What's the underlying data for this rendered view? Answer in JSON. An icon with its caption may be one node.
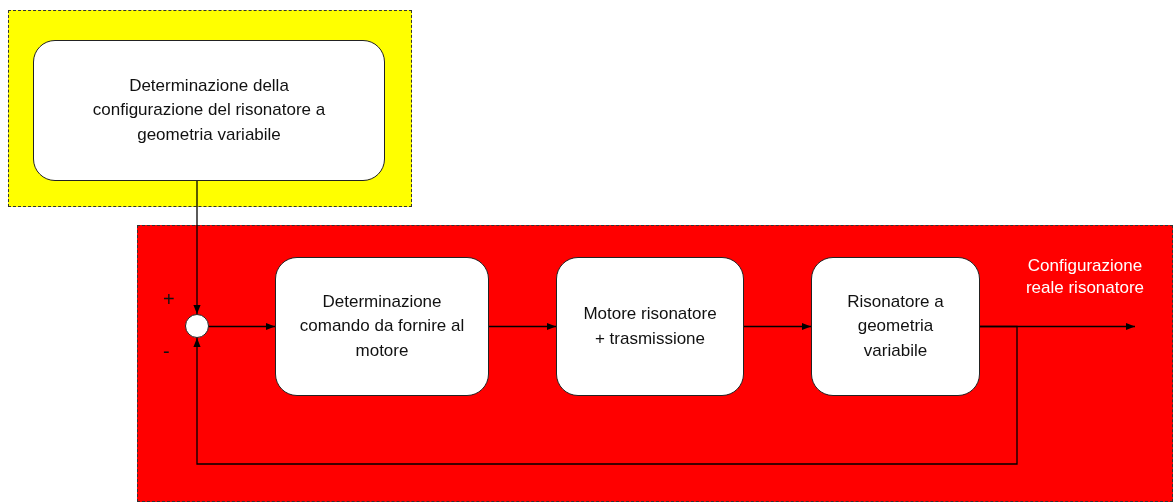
{
  "diagram": {
    "nodes": [
      {
        "text": [],
        "shape": "box"
      },
      {
        "text": [
          "Determinazione della configurazione del risonatore a geometria variabile"
        ],
        "in": 0
      },
      {
        "text": [],
        "shape": "box"
      },
      {
        "text": [],
        "shape": "circle",
        "in": 2,
        "beside": [
          "+",
          "-"
        ]
      },
      {
        "text": [
          "Determinazione comando da fornire al motore"
        ],
        "in": 2
      },
      {
        "text": [
          "Motore risonatore + trasmissione"
        ],
        "in": 2
      },
      {
        "text": [
          "Risonatore a geometria variabile"
        ],
        "in": 2
      }
    ],
    "edges": [
      {
        "from": 1,
        "to": 3,
        "arrow": "to"
      },
      {
        "from": 3,
        "to": 4,
        "arrow": "to"
      },
      {
        "from": 4,
        "to": 5,
        "arrow": "to"
      },
      {
        "from": 5,
        "to": 6,
        "arrow": "to"
      },
      {
        "from": 6,
        "to": null,
        "arrow": "to",
        "label": "Configurazione reale risonatore"
      },
      {
        "from": 6,
        "to": 3,
        "arrow": "to"
      }
    ]
  }
}
